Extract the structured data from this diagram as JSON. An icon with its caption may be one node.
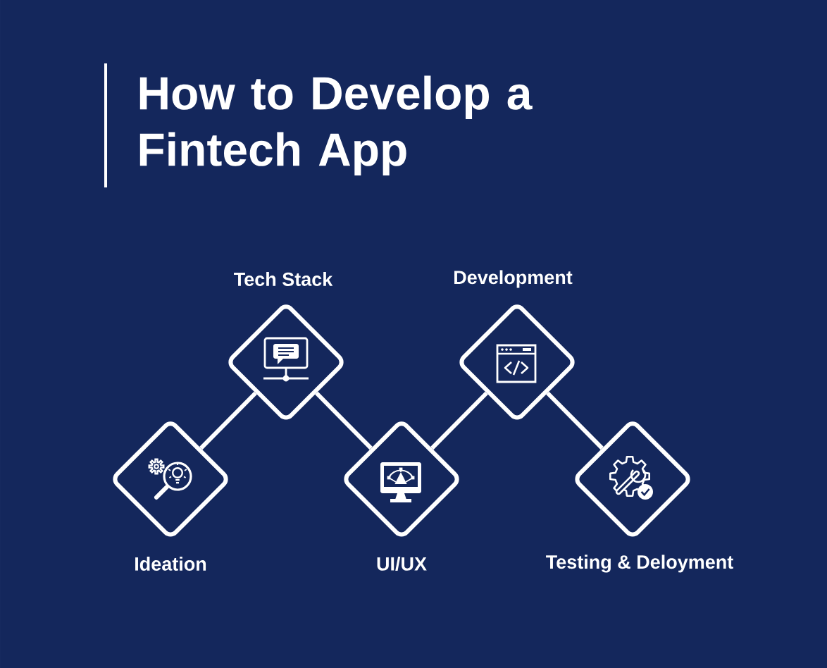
{
  "diagram": {
    "title": "How to Develop a Fintech App",
    "nodes": [
      {
        "text": [
          "Ideation"
        ]
      },
      {
        "text": [
          "Tech Stack"
        ]
      },
      {
        "text": [
          "UI/UX"
        ]
      },
      {
        "text": [
          "Development"
        ]
      },
      {
        "text": [
          "Testing & Deloyment"
        ]
      }
    ],
    "edges": [
      {
        "from": 0,
        "to": 1,
        "arrow": "none"
      },
      {
        "from": 1,
        "to": 2,
        "arrow": "none"
      },
      {
        "from": 2,
        "to": 3,
        "arrow": "none"
      },
      {
        "from": 3,
        "to": 4,
        "arrow": "none"
      }
    ]
  }
}
